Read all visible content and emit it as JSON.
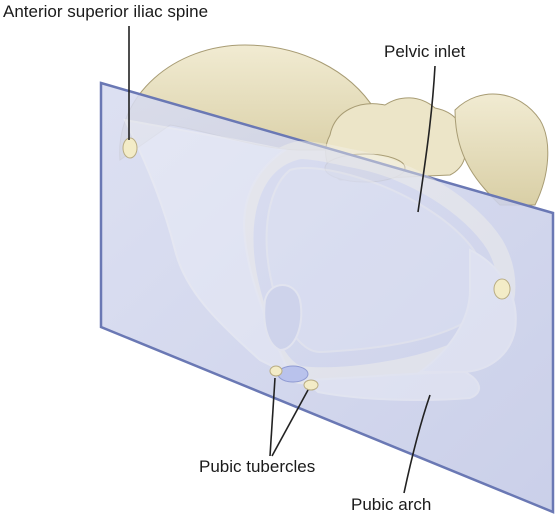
{
  "labels": {
    "anterior_superior_iliac_spine": "Anterior superior iliac spine",
    "pelvic_inlet": "Pelvic inlet",
    "pubic_tubercles": "Pubic tubercles",
    "pubic_arch": "Pubic arch"
  },
  "colors": {
    "bone": "#e9e2c4",
    "bone_shadow": "#b9ad84",
    "plane_fill": "#c9cfea",
    "plane_edge": "#6a78b4",
    "leader_line": "#222222",
    "landmark_highlight": "#f3ecc7"
  }
}
